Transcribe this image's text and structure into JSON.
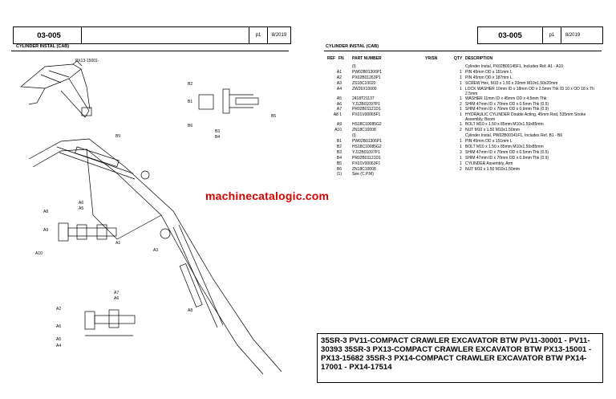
{
  "header": {
    "code": "03-005",
    "page": "p1",
    "date": "8/2019"
  },
  "left": {
    "title": "CYLINDER INSTAL (CAB)",
    "diagram_labels": {
      "model": "PX13-15001-",
      "callouts": [
        "B2",
        "B1",
        "B6",
        "B3",
        "B4",
        "B5",
        "A6",
        "A5",
        "A8",
        "A9",
        "A10",
        "A1",
        "A3",
        "A7",
        "A2",
        "A6",
        "A5",
        "A4"
      ]
    }
  },
  "right": {
    "title": "CYLINDER INSTAL (CAB)",
    "columns": {
      "ref": "REF",
      "fn": "FN",
      "part": "PART NUMBER",
      "yrsn": "YR/SN",
      "qty": "QTY",
      "desc": "DESCRIPTION"
    },
    "rows": [
      {
        "ref": "",
        "part": "(I)",
        "qty": "",
        "desc": "Cylinder Instal, PX02B00145F1, Includes Ref. A1 - A10"
      },
      {
        "ref": "A1",
        "part": "PW02B01306P1",
        "qty": "1",
        "desc": "PIN 45mm OD x 151mm L"
      },
      {
        "ref": "A2",
        "part": "PX02B01263P1",
        "qty": "1",
        "desc": "PIN 45mm OD x 187mm L"
      },
      {
        "ref": "A3",
        "part": "ZS18C10020",
        "qty": "1",
        "desc": "SCREW Hex, M10 x 1.50 x 20mm M10x1.50x20mm"
      },
      {
        "ref": "A4",
        "part": "ZW26X10000",
        "qty": "1",
        "desc": "LOCK WASHER 10mm ID x 18mm OD x 2.5mm Thk ID 10 x OD 18 x Th 2.5mm"
      },
      {
        "ref": "A5",
        "part": "2418T21137",
        "qty": "1",
        "desc": "WASHER 11mm ID x 45mm OD x 4.5mm Thk"
      },
      {
        "ref": "A6",
        "part": "YJ12B01097P1",
        "qty": "2",
        "desc": "SHIM 47mm ID x 70mm OD x 0.5mm Thk (0.5)"
      },
      {
        "ref": "A7",
        "part": "PR02B01121D1",
        "qty": "1",
        "desc": "SHIM 47mm ID x 70mm OD x 0.9mm Thk (0.9)"
      },
      {
        "ref": "A8 1",
        "part": "PX01V00065F1",
        "qty": "1",
        "desc": "HYDRAULIC CYLINDER Double Acting, 45mm Rod, 535mm Stroke Assembly, Boom"
      },
      {
        "ref": "A9",
        "part": "HS18C10085G2",
        "qty": "1",
        "desc": "BOLT M10 x 1.50 x 85mm M10x1.50x85mm"
      },
      {
        "ref": "A10",
        "part": "ZN18C10008",
        "qty": "2",
        "desc": "NUT M10 x 1.50 M10x1.50mm"
      },
      {
        "ref": "",
        "part": "(I)",
        "qty": "",
        "desc": "Cylinder Instal, PW02B00141F1, Includes Ref. B1 - B6"
      },
      {
        "ref": "B1",
        "part": "PW02B01306P1",
        "qty": "1",
        "desc": "PIN 45mm OD x 151mm L"
      },
      {
        "ref": "B2",
        "part": "HS18C10085G2",
        "qty": "1",
        "desc": "BOLT M10 x 1.50 x 85mm M10x1.50x85mm"
      },
      {
        "ref": "B3",
        "part": "YJ12B01097P1",
        "qty": "3",
        "desc": "SHIM 47mm ID x 70mm OD x 0.5mm Thk (0.5)"
      },
      {
        "ref": "B4",
        "part": "PR02B01121D1",
        "qty": "1",
        "desc": "SHIM 47mm ID x 70mm OD x 0.9mm Thk (0.9)"
      },
      {
        "ref": "B5",
        "part": "PX01V00063F1",
        "qty": "1",
        "desc": "CYLINDER Assembly, Arm"
      },
      {
        "ref": "B6",
        "part": "ZN18C10008",
        "qty": "2",
        "desc": "NUT M10 x 1.50 M10x1.50mm"
      },
      {
        "ref": "(1)",
        "part": "See (C.P.M)",
        "qty": "",
        "desc": ""
      }
    ]
  },
  "watermark": "machinecatalogic.com",
  "footer": "35SR-3 PV11-COMPACT CRAWLER EXCAVATOR BTW PV11-30001 - PV11-30393  35SR-3 PX13-COMPACT CRAWLER EXCAVATOR BTW PX13-15001 - PX13-15682  35SR-3 PX14-COMPACT CRAWLER EXCAVATOR BTW PX14-17001 - PX14-17514"
}
